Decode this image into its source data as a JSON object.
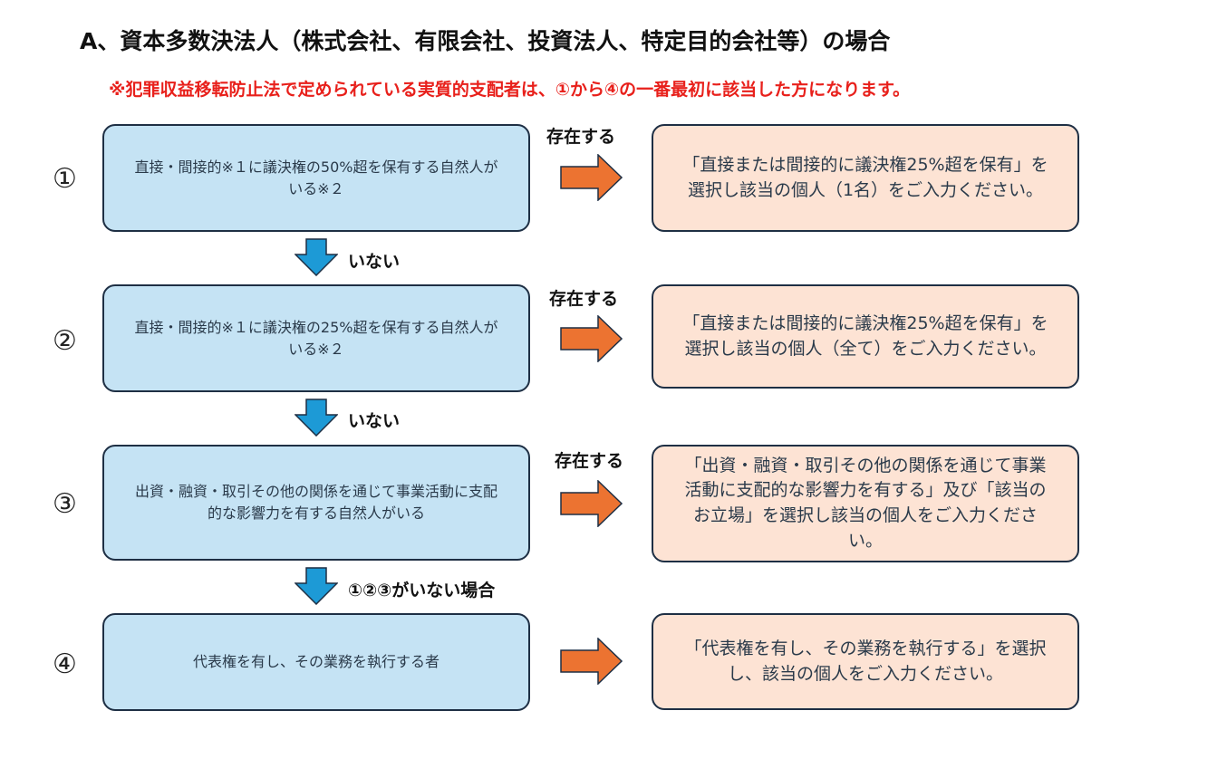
{
  "title": "A、資本多数決法人（株式会社、有限会社、投資法人、特定目的会社等）の場合",
  "note": "※犯罪収益移転防止法で定められている実質的支配者は、①から④の一番最初に該当した方になります。",
  "colors": {
    "condition_fill": "#c5e3f4",
    "result_fill": "#fde3d4",
    "right_arrow": "#ec7331",
    "down_arrow": "#1d9ad6",
    "note_text": "#e8201b",
    "box_border": "#1e2f44"
  },
  "steps": [
    {
      "number": "①",
      "condition": "直接・間接的※１に議決権の50%超を保有する自然人がいる※２",
      "exists_label": "存在する",
      "result": "「直接または間接的に議決権25%超を保有」を選択し該当の個人（1名）をご入力ください。",
      "next_label": "いない"
    },
    {
      "number": "②",
      "condition": "直接・間接的※１に議決権の25%超を保有する自然人がいる※２",
      "exists_label": "存在する",
      "result": "「直接または間接的に議決権25%超を保有」を選択し該当の個人（全て）をご入力ください。",
      "next_label": "いない"
    },
    {
      "number": "③",
      "condition": "出資・融資・取引その他の関係を通じて事業活動に支配的な影響力を有する自然人がいる",
      "exists_label": "存在する",
      "result": "「出資・融資・取引その他の関係を通じて事業活動に支配的な影響力を有する」及び「該当のお立場」を選択し該当の個人をご入力ください。",
      "next_label": "①②③がいない場合"
    },
    {
      "number": "④",
      "condition": "代表権を有し、その業務を執行する者",
      "result": "「代表権を有し、その業務を執行する」を選択し、該当の個人をご入力ください。"
    }
  ]
}
